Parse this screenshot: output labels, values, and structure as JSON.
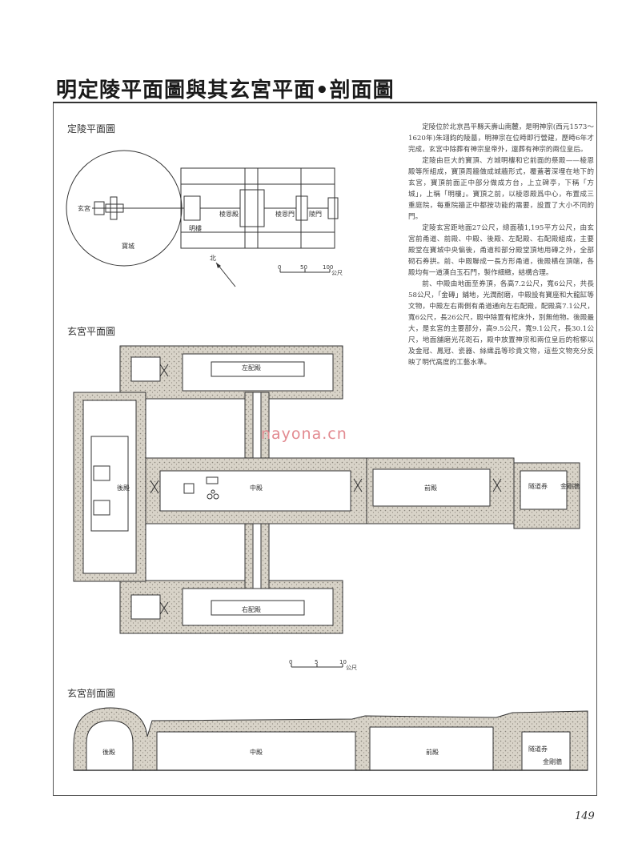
{
  "title": "明定陵平面圖與其玄宮平面•剖面圖",
  "sections": {
    "site_plan": "定陵平面圖",
    "palace_plan": "玄宮平面圖",
    "palace_section": "玄宮剖面圖"
  },
  "site_labels": {
    "xuangong": "玄宮",
    "baocheng": "寶城",
    "minglou": "明樓",
    "lingen_hall": "棱恩殿",
    "lingen_gate": "棱恩門",
    "ling_gate": "陵門",
    "north": "北"
  },
  "site_scale": {
    "ticks": [
      "0",
      "50",
      "100"
    ],
    "unit": "公尺"
  },
  "palace_labels": {
    "left_hall": "左配殿",
    "right_hall": "右配殿",
    "rear_hall": "後殿",
    "middle_hall": "中殿",
    "front_hall": "前殿",
    "tunnel": "隧道券",
    "jingang_wall": "金剛牆"
  },
  "palace_scale": {
    "ticks": [
      "0",
      "5",
      "10"
    ],
    "unit": "公尺"
  },
  "section_labels": {
    "rear_hall": "後殿",
    "middle_hall": "中殿",
    "front_hall": "前殿",
    "tunnel": "隧道券",
    "jingang_wall": "金剛牆"
  },
  "paragraphs": [
    "定陵位於北京昌平縣天壽山南麓，是明神宗(西元1573～1620年)朱翊鈞的陵墓，明神宗在位時即行營建，歷時6年才完成，玄宮中除葬有神宗皇帝外，還葬有神宗的兩位皇后。",
    "定陵由巨大的寶頂、方城明樓和它前面的祭殿——棱恩殿等所組成，寶頂周牆做成城牆形式，覆蓋著深埋在地下的玄宮，寶頂前面正中部分做成方台，上立碑亭，下稱「方城」，上稱「明樓」。寶頂之前，以棱恩殿爲中心，布置成三重庭院，每重院牆正中都按功能的需要，設置了大小不同的門。",
    "定陵玄宮距地面27公尺，總面積1,195平方公尺，由玄宮前甬道、前殿、中殿、後殿、左配殿、右配殿組成，主要殿堂在寶城中央偏後，甬道和部分殿堂頂地用磚之外，全部砌石券拱。前、中殿聯成一長方形甬道，後殿橫在頂端，各殿均有一道漢白玉石門，製作細緻，結構合理。",
    "前、中殿由地面至券頂，各高7.2公尺，寬6公尺，共長58公尺，「金磚」鋪地，光潤耐磨，中殿設有寶座和大龍缸等文物，中殿左右兩側有甬道通向左右配殿，配殿高7.1公尺，寬6公尺，長26公尺，殿中除置有棺床外，別無他物。後殿最大，是玄宮的主要部分，高9.5公尺，寬9.1公尺，長30.1公尺，地面舖磨光花斑石，殿中放置神宗和兩位皇后的棺槨以及金冠、鳳冠、瓷器、絲織品等珍貴文物，這些文物充分反映了明代高度的工藝水準。"
  ],
  "watermark": "nayona.cn",
  "page_number": "149",
  "colors": {
    "stone_fill": "#d8d3c8",
    "stone_dot": "#8a857c",
    "line": "#333333"
  }
}
